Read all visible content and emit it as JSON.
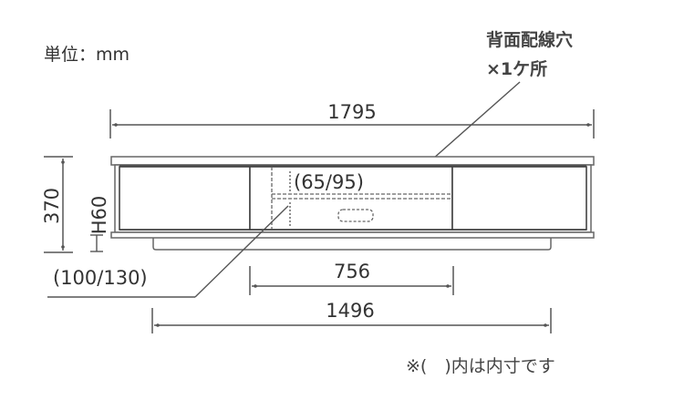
{
  "unit_label": "単位：mm",
  "callout": {
    "line1": "背面配線穴",
    "line2": "×1ケ所"
  },
  "dimensions": {
    "overall_width": "1795",
    "overall_height": "370",
    "leg_height": "H60",
    "center_opening_width": "756",
    "base_width": "1496",
    "inner_shelf_upper": "(65/95)",
    "inner_shelf_lower": "(100/130)"
  },
  "note": "※(　)内は内寸です",
  "colors": {
    "line": "#555555",
    "text": "#333333",
    "background": "#ffffff"
  }
}
